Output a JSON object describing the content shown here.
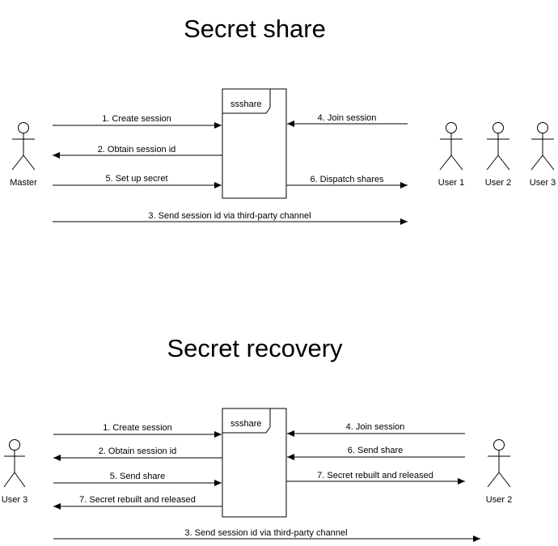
{
  "share": {
    "title": "Secret share",
    "box_label": "ssshare",
    "actors": {
      "master": "Master",
      "user1": "User 1",
      "user2": "User 2",
      "user3": "User 3"
    },
    "messages": {
      "m1": "1. Create session",
      "m2": "2. Obtain session id",
      "m5": "5. Set up secret",
      "m4": "4. Join session",
      "m6": "6. Dispatch shares",
      "m3": "3. Send session id via third-party channel"
    }
  },
  "recovery": {
    "title": "Secret recovery",
    "box_label": "ssshare",
    "actors": {
      "left": "User 3",
      "right": "User 2"
    },
    "messages": {
      "m1": "1. Create session",
      "m2": "2. Obtain session id",
      "m5": "5. Send share",
      "m7l": "7. Secret rebuilt and released",
      "m4": "4. Join session",
      "m6": "6. Send share",
      "m7r": "7. Secret rebuilt and released",
      "m3": "3. Send session id via third-party channel"
    }
  }
}
